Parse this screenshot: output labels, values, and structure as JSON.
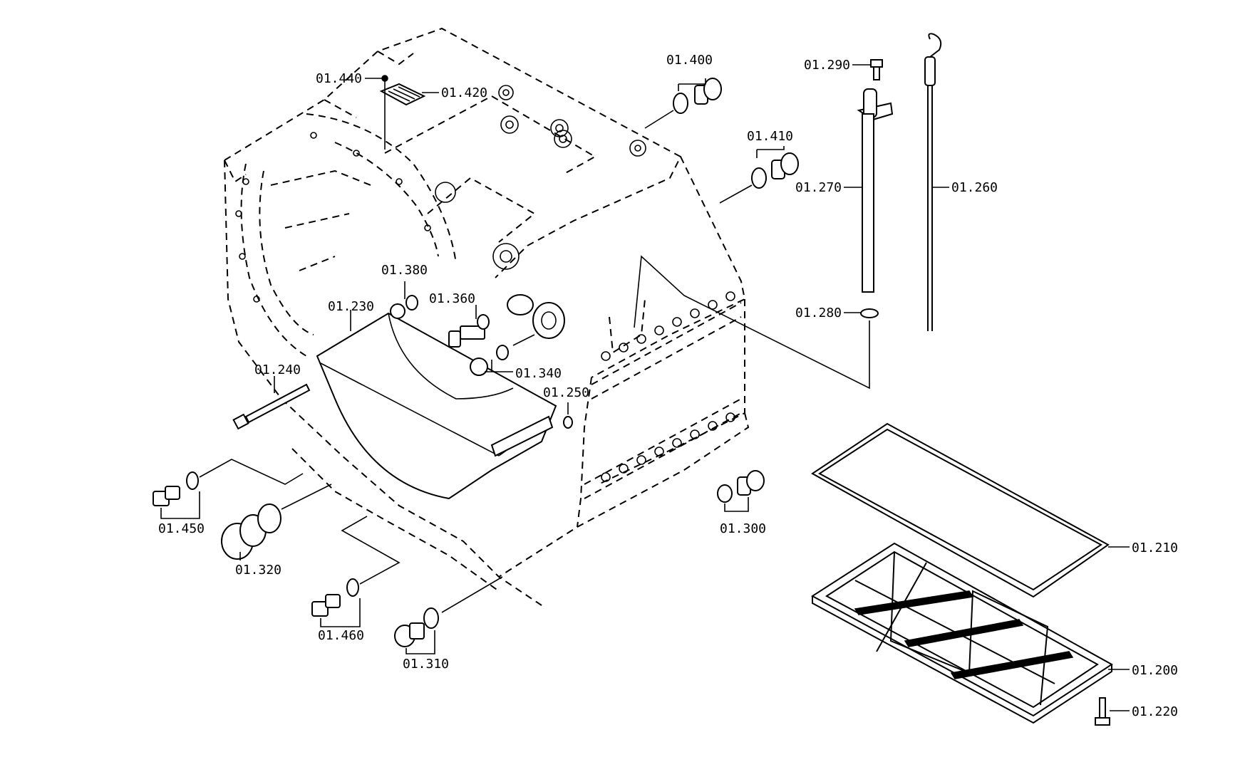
{
  "callouts": {
    "p01_200": "01.200",
    "p01_210": "01.210",
    "p01_220": "01.220",
    "p01_230": "01.230",
    "p01_240": "01.240",
    "p01_250": "01.250",
    "p01_260": "01.260",
    "p01_270": "01.270",
    "p01_280": "01.280",
    "p01_290": "01.290",
    "p01_300": "01.300",
    "p01_310": "01.310",
    "p01_320": "01.320",
    "p01_340": "01.340",
    "p01_360": "01.360",
    "p01_380": "01.380",
    "p01_400": "01.400",
    "p01_410": "01.410",
    "p01_420": "01.420",
    "p01_440": "01.440",
    "p01_450": "01.450",
    "p01_460": "01.460"
  }
}
